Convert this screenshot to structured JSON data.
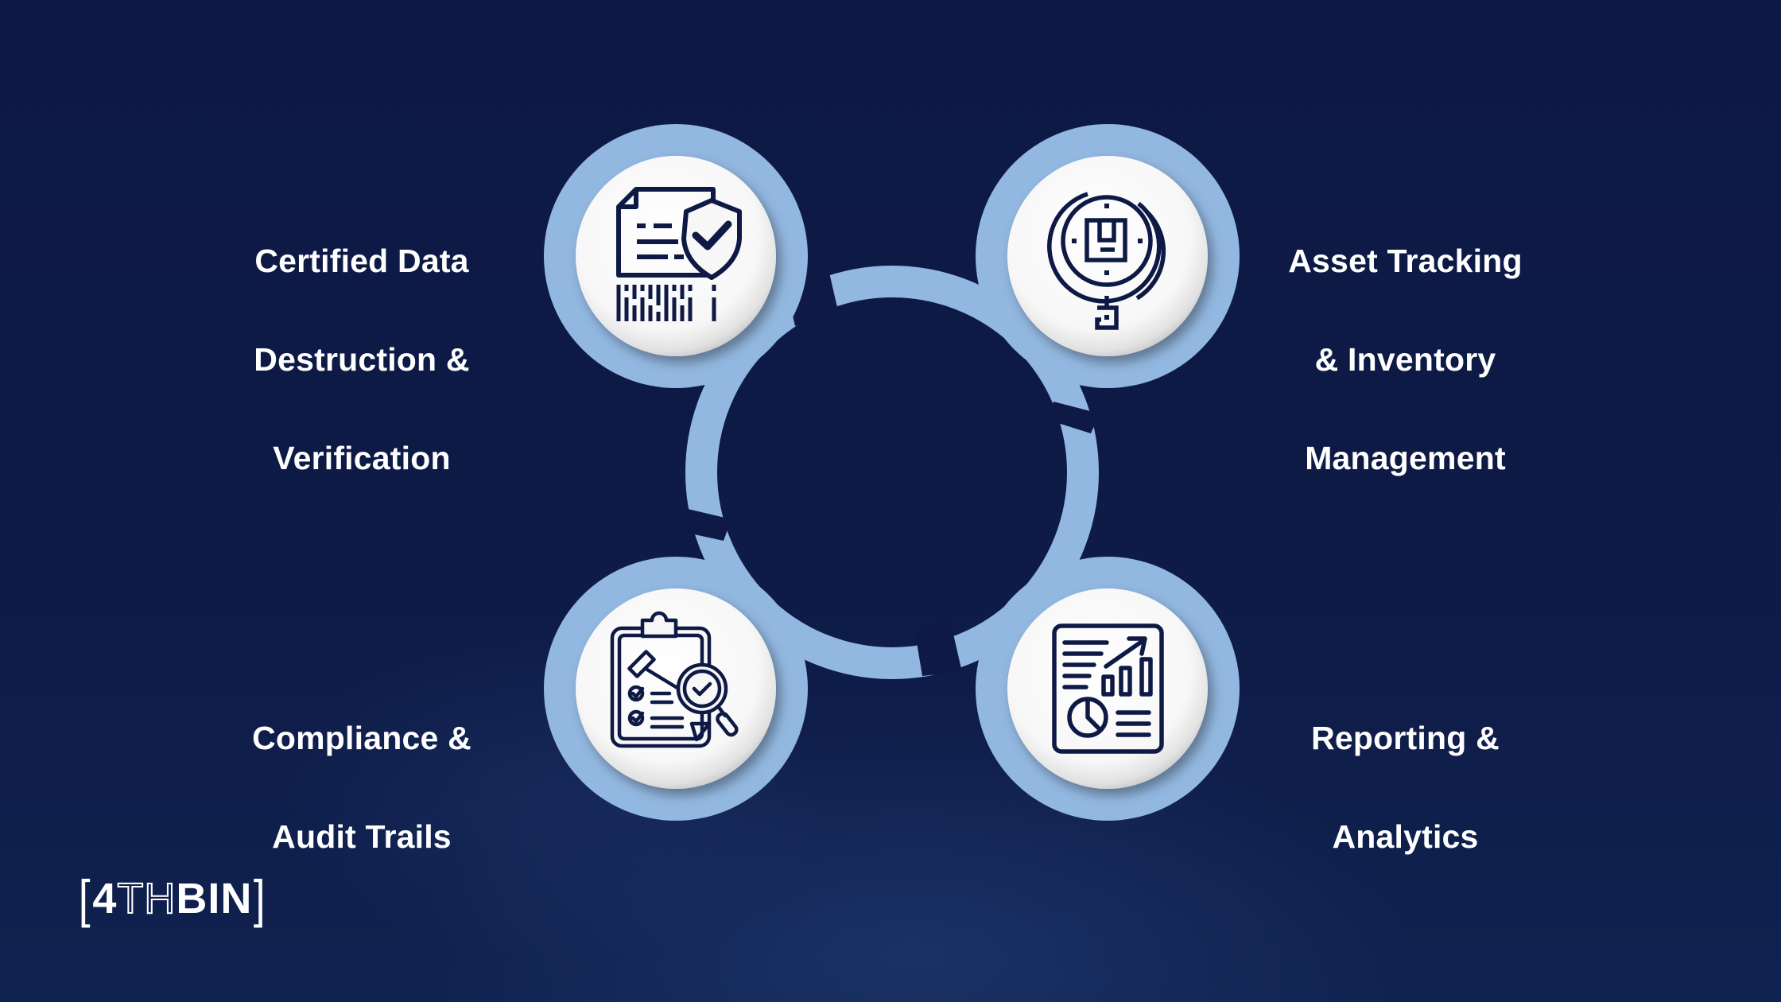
{
  "slide": {
    "background_color": "#0E1A45",
    "ring_color": "#92B7E0",
    "disc_color": "#FFFFFF",
    "icon_color": "#0E1A45"
  },
  "items": [
    {
      "position": "top-left",
      "label_lines": [
        "Certified Data",
        "Destruction &",
        "Verification"
      ],
      "icon": "document-shield-shredder-icon"
    },
    {
      "position": "top-right",
      "label_lines": [
        "Asset Tracking",
        "& Inventory",
        "Management"
      ],
      "icon": "magnifier-box-tracking-icon"
    },
    {
      "position": "bottom-left",
      "label_lines": [
        "Compliance &",
        "Audit Trails"
      ],
      "icon": "clipboard-gavel-magnifier-icon"
    },
    {
      "position": "bottom-right",
      "label_lines": [
        "Reporting &",
        "Analytics"
      ],
      "icon": "report-chart-icon"
    }
  ],
  "logo": {
    "open_bracket": "[",
    "part1": "4",
    "part2": "TH",
    "part3": "BIN",
    "close_bracket": "]"
  }
}
